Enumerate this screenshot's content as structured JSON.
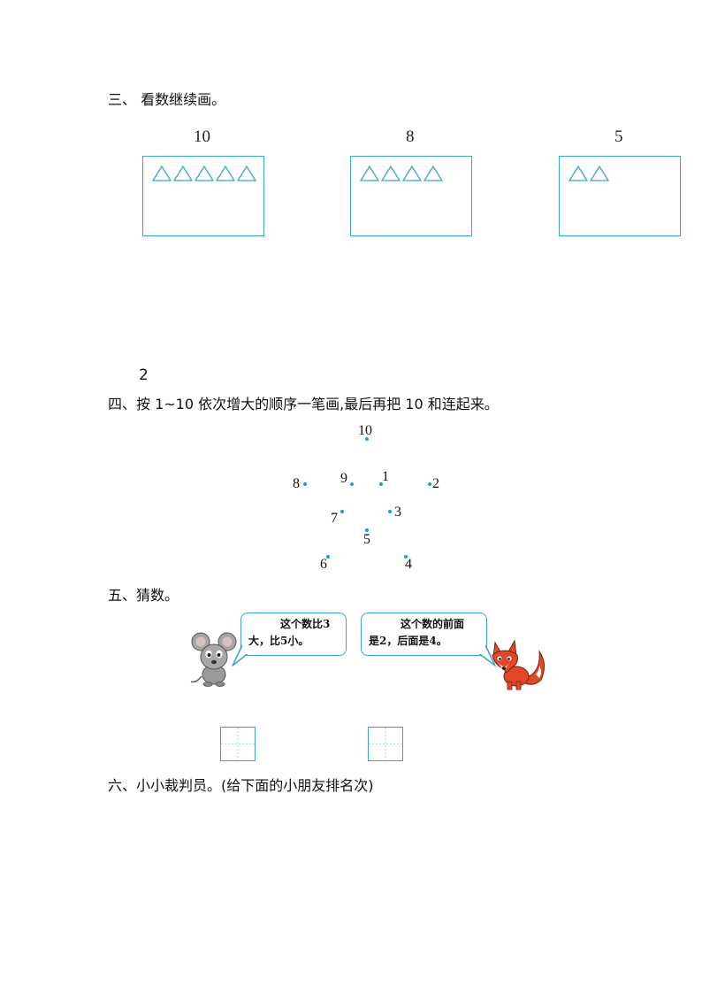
{
  "section3": {
    "title": "三、  看数继续画。",
    "boxes": [
      {
        "number": "10",
        "triangles_drawn": 5
      },
      {
        "number": "8",
        "triangles_drawn": 4
      },
      {
        "number": "5",
        "triangles_drawn": 2
      }
    ]
  },
  "page_number": "2",
  "section4": {
    "title": "四、按 1~10 依次增大的顺序一笔画,最后再把 10 和连起来。",
    "dots": [
      "10",
      "9",
      "1",
      "8",
      "2",
      "7",
      "3",
      "5",
      "6",
      "4"
    ]
  },
  "section5": {
    "title": "五、猜数。",
    "mouse_speech": [
      "这个数比3",
      "大，比5小。"
    ],
    "fox_speech": [
      "这个数的前面",
      "是2，后面是4。"
    ]
  },
  "section6": {
    "title": "六、小小裁判员。(给下面的小朋友排名次)"
  },
  "colors": {
    "accent_blue": "#3aa4d6",
    "dot_blue": "#1a9dd9",
    "fox_orange": "#e0482a",
    "mouse_gray": "#9a9a9a"
  },
  "icons": [
    "triangle-icon",
    "mouse-icon",
    "fox-icon"
  ]
}
